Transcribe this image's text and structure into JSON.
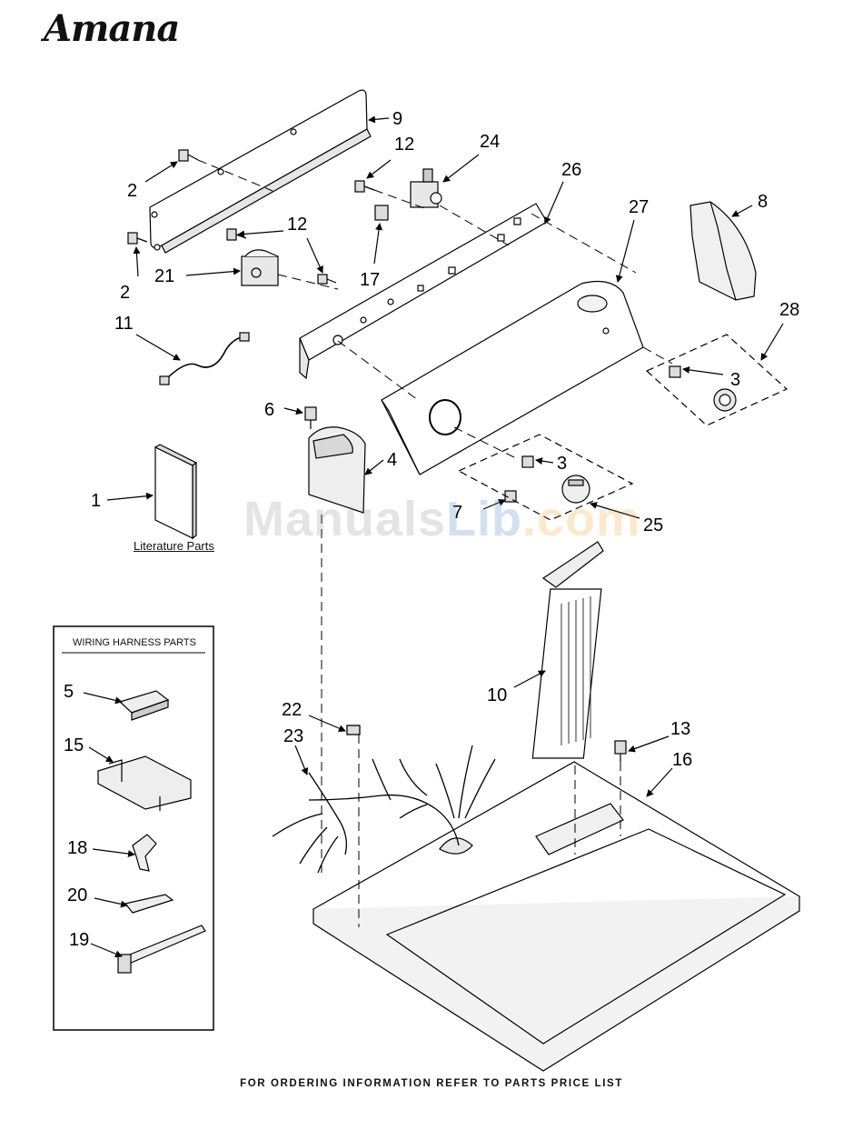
{
  "brand": "Amana",
  "footer_note": "FOR ORDERING INFORMATION REFER TO PARTS PRICE LIST",
  "literature_label": "Literature Parts",
  "wiring_harness_title": "WIRING HARNESS PARTS",
  "watermark": {
    "part1": "Manuals",
    "part2": "Lib",
    "part3": ".com"
  },
  "callouts": [
    {
      "key": "9",
      "label": "9"
    },
    {
      "key": "12a",
      "label": "12"
    },
    {
      "key": "24",
      "label": "24"
    },
    {
      "key": "26",
      "label": "26"
    },
    {
      "key": "27",
      "label": "27"
    },
    {
      "key": "8",
      "label": "8"
    },
    {
      "key": "2a",
      "label": "2"
    },
    {
      "key": "2b",
      "label": "2"
    },
    {
      "key": "12b",
      "label": "12"
    },
    {
      "key": "21",
      "label": "21"
    },
    {
      "key": "17",
      "label": "17"
    },
    {
      "key": "11",
      "label": "11"
    },
    {
      "key": "28",
      "label": "28"
    },
    {
      "key": "3a",
      "label": "3"
    },
    {
      "key": "6",
      "label": "6"
    },
    {
      "key": "4",
      "label": "4"
    },
    {
      "key": "3b",
      "label": "3"
    },
    {
      "key": "1",
      "label": "1"
    },
    {
      "key": "7",
      "label": "7"
    },
    {
      "key": "25",
      "label": "25"
    },
    {
      "key": "10",
      "label": "10"
    },
    {
      "key": "5",
      "label": "5"
    },
    {
      "key": "22",
      "label": "22"
    },
    {
      "key": "23",
      "label": "23"
    },
    {
      "key": "13",
      "label": "13"
    },
    {
      "key": "16",
      "label": "16"
    },
    {
      "key": "15",
      "label": "15"
    },
    {
      "key": "18",
      "label": "18"
    },
    {
      "key": "20",
      "label": "20"
    },
    {
      "key": "19",
      "label": "19"
    }
  ]
}
